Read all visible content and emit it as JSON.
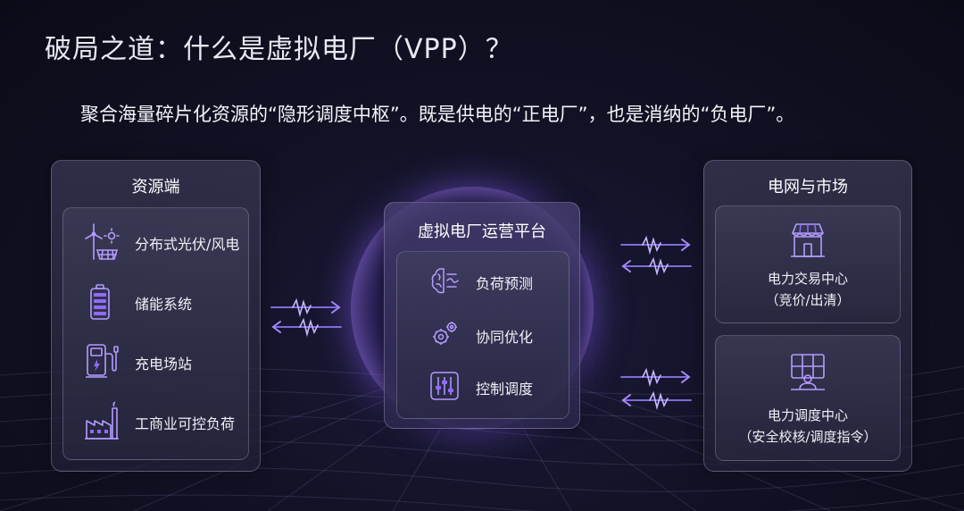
{
  "title": "破局之道：什么是虚拟电厂（VPP）？",
  "subtitle": "聚合海量碎片化资源的“隐形调度中枢”。既是供电的“正电厂”，也是消纳的“负电厂”。",
  "left_panel": {
    "title": "资源端",
    "items": [
      {
        "label": "分布式光伏/风电",
        "icon": "wind-solar-icon"
      },
      {
        "label": "储能系统",
        "icon": "battery-icon"
      },
      {
        "label": "充电场站",
        "icon": "ev-charger-icon"
      },
      {
        "label": "工商业可控负荷",
        "icon": "factory-icon"
      }
    ]
  },
  "center_panel": {
    "title": "虚拟电厂运营平台",
    "items": [
      {
        "label": "负荷预测",
        "icon": "brain-icon"
      },
      {
        "label": "协同优化",
        "icon": "gears-icon"
      },
      {
        "label": "控制调度",
        "icon": "sliders-icon"
      }
    ]
  },
  "right_panel": {
    "title": "电网与市场",
    "boxes": [
      {
        "line1": "电力交易中心",
        "line2": "（竞价/出清）",
        "icon": "storefront-icon"
      },
      {
        "line1": "电力调度中心",
        "line2": "（安全校核/调度指令）",
        "icon": "dispatch-monitor-icon"
      }
    ]
  },
  "colors": {
    "background": "#0e0e1c",
    "accent_purple": "#8f6cff",
    "accent_light": "#c9b8ff",
    "icon_purple": "#b59cff"
  }
}
